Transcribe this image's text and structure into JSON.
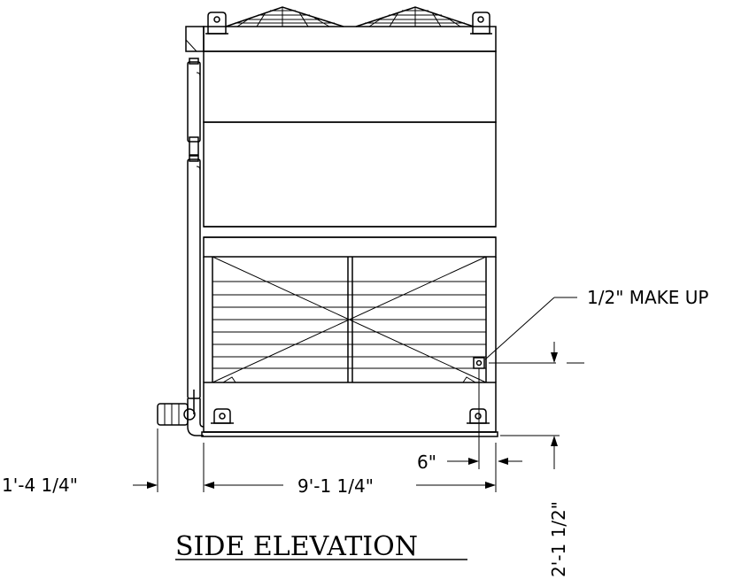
{
  "drawing": {
    "title": "SIDE ELEVATION",
    "callout_label": "1/2\" MAKE UP",
    "dimensions": {
      "left_offset": "1'-4 1/4\"",
      "base_width": "9'-1 1/4\"",
      "right_offset": "6\"",
      "height": "2'-1 1/2\""
    },
    "line_color": "#000000",
    "background_color": "#ffffff"
  }
}
